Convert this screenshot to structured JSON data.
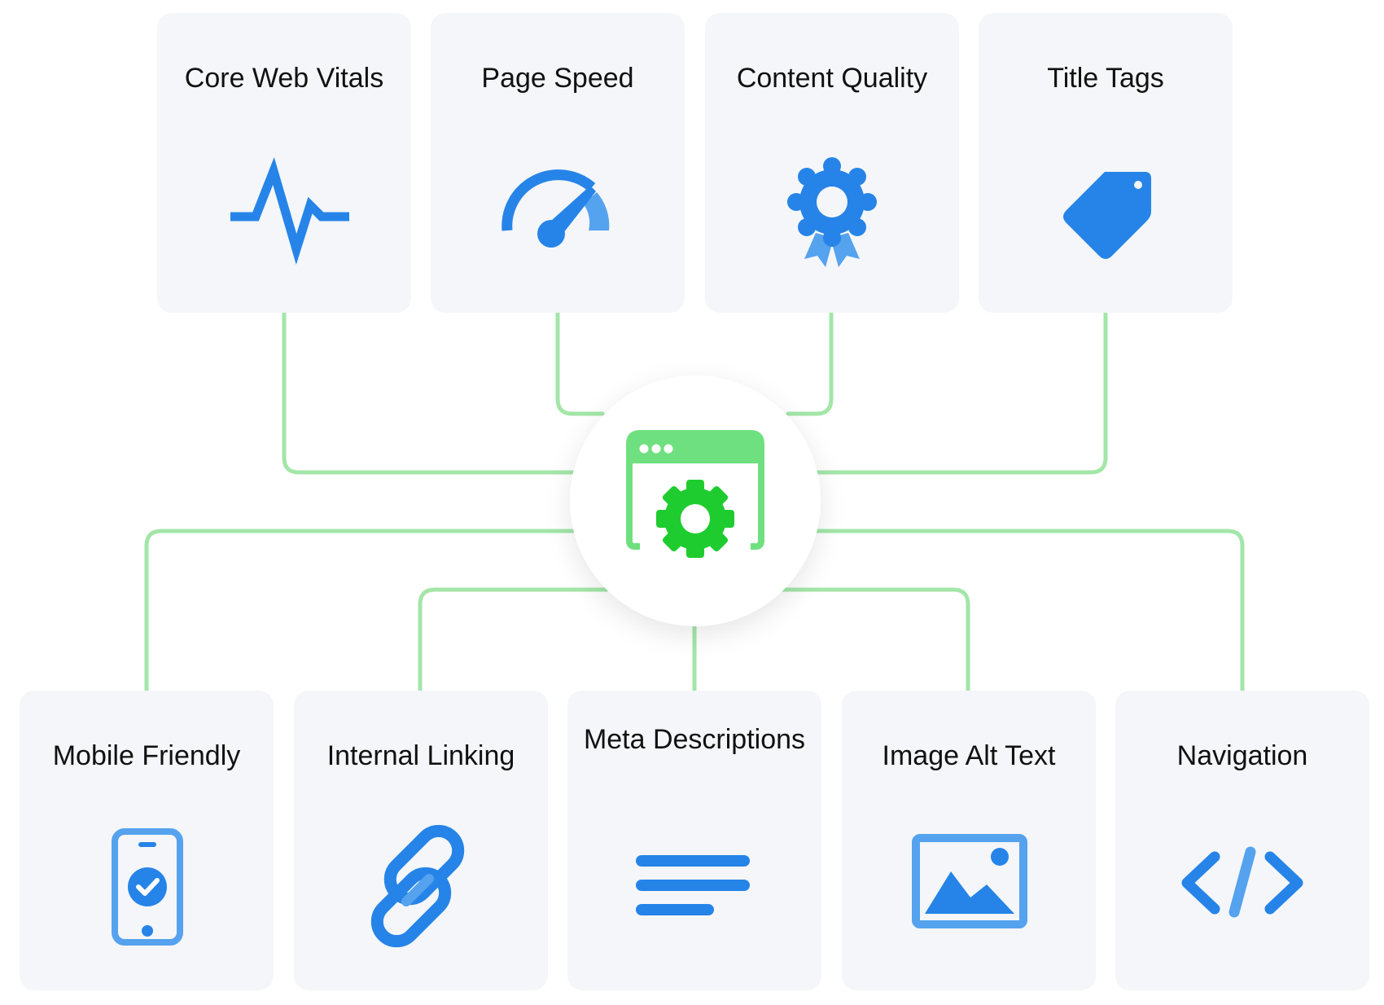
{
  "hub": {
    "icon": "browser-settings-icon"
  },
  "top_cards": [
    {
      "label": "Core Web Vitals",
      "icon": "pulse-icon"
    },
    {
      "label": "Page Speed",
      "icon": "speedometer-icon"
    },
    {
      "label": "Content Quality",
      "icon": "award-badge-icon"
    },
    {
      "label": "Title Tags",
      "icon": "tag-icon"
    }
  ],
  "bottom_cards": [
    {
      "label": "Mobile Friendly",
      "icon": "mobile-check-icon"
    },
    {
      "label": "Internal Linking",
      "icon": "link-icon"
    },
    {
      "label": "Meta Descriptions",
      "icon": "text-lines-icon"
    },
    {
      "label": "Image Alt Text",
      "icon": "image-icon"
    },
    {
      "label": "Navigation",
      "icon": "code-icon"
    }
  ],
  "colors": {
    "card_background": "#f4f6f9",
    "icon_blue": "#2684e8",
    "icon_blue_light": "#55a2ef",
    "connector_green": "#a3e6a8",
    "hub_green": "#6fe07f",
    "hub_gear_green": "#1fcc2f"
  }
}
